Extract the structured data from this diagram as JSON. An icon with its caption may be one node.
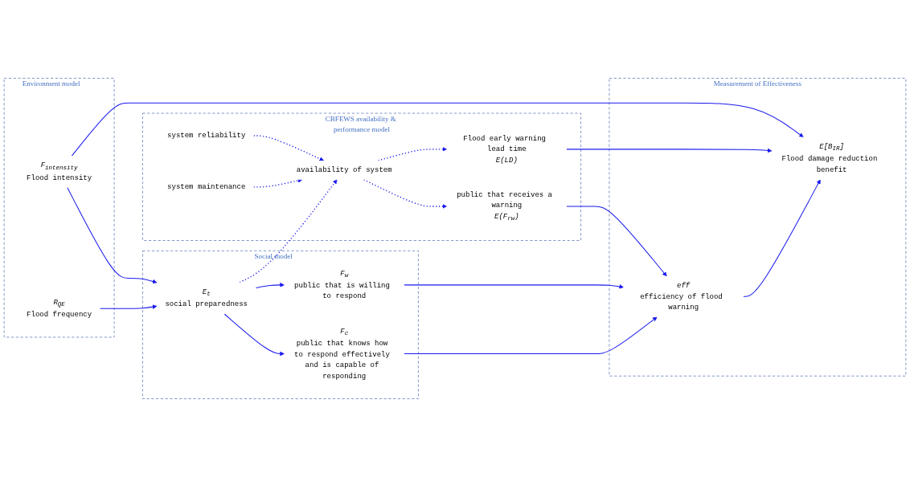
{
  "diagram": {
    "nodes": [
      {
        "text": [
          "CBFEWS availability & performance model"
        ]
      },
      {
        "text": [
          "system reliability"
        ],
        "in": 0
      },
      {
        "text": [
          "system maintenance"
        ],
        "in": 0
      },
      {
        "text": [
          "availability of system"
        ],
        "in": 0
      },
      {
        "text": [
          "Flood early warning lead time",
          "E(LD)"
        ],
        "in": 0
      },
      {
        "text": [
          "public that receives a warning",
          "E(F$_{rw}$)"
        ],
        "in": 0
      },
      {
        "text": [
          "Measurement of Effectiveness"
        ]
      },
      {
        "text": [
          "eff",
          "efficiency of flood warning"
        ],
        "in": 6
      },
      {
        "text": [
          "E[B$_{IR}$]",
          "Flood damage reduction benefit"
        ],
        "in": 6
      },
      {
        "text": [
          "Social model"
        ]
      },
      {
        "text": [
          "F$_{w}$",
          "public that is willing to respond"
        ],
        "in": 9
      },
      {
        "text": [
          "F$_{c}$",
          "public that knows how to respond effectively and is capable of responding"
        ],
        "in": 9
      },
      {
        "text": [
          "E$_{t}$",
          "social preparedness"
        ],
        "in": 9
      },
      {
        "text": [
          "Environment model"
        ]
      },
      {
        "text": [
          "F$_{intensity}$",
          "Flood intensity"
        ],
        "in": 13
      },
      {
        "text": [
          "R$_{QE}$",
          "Flood frequency"
        ],
        "in": 13
      }
    ],
    "edges": [
      {
        "from": 1,
        "to": 3,
        "arrow": "to",
        "style": "dashed"
      },
      {
        "from": 2,
        "to": 3,
        "arrow": "to",
        "style": "dashed"
      },
      {
        "from": 3,
        "to": 4,
        "arrow": "to",
        "style": "dashed"
      },
      {
        "from": 3,
        "to": 5,
        "arrow": "to",
        "style": "dashed"
      },
      {
        "from": 12,
        "to": 3,
        "arrow": "to",
        "style": "dashed"
      },
      {
        "from": 4,
        "to": 8,
        "arrow": "to"
      },
      {
        "from": 5,
        "to": 7,
        "arrow": "to"
      },
      {
        "from": 7,
        "to": 8,
        "arrow": "to"
      },
      {
        "from": 10,
        "to": 7,
        "arrow": "to"
      },
      {
        "from": 11,
        "to": 7,
        "arrow": "to"
      },
      {
        "from": 12,
        "to": 10,
        "arrow": "to"
      },
      {
        "from": 12,
        "to": 11,
        "arrow": "to"
      },
      {
        "from": 14,
        "to": 8,
        "arrow": "to"
      },
      {
        "from": 14,
        "to": 12,
        "arrow": "to"
      },
      {
        "from": 15,
        "to": 12,
        "arrow": "to"
      }
    ]
  }
}
